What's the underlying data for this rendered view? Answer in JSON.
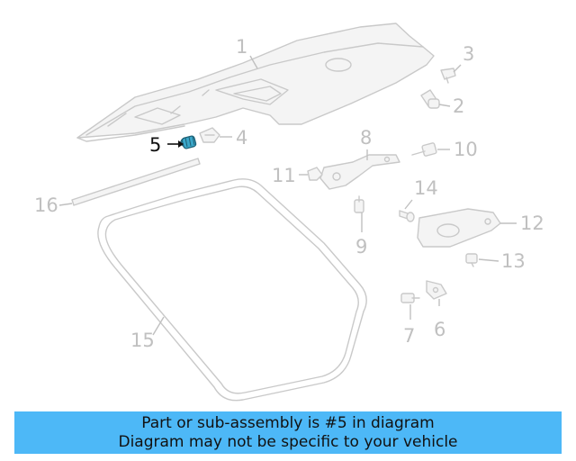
{
  "callouts": {
    "c1": "1",
    "c2": "2",
    "c3": "3",
    "c4": "4",
    "c5": "5",
    "c6": "6",
    "c7": "7",
    "c8": "8",
    "c9": "9",
    "c10": "10",
    "c11": "11",
    "c12": "12",
    "c13": "13",
    "c14": "14",
    "c15": "15",
    "c16": "16"
  },
  "highlighted_part": "5",
  "colors": {
    "banner": "#4db8f7",
    "highlight": "#3aa6c8",
    "part_stroke": "#c9c9c9",
    "callout_gray": "#c0c0c0"
  },
  "banner": {
    "line1": "Part or sub-assembly is #5 in diagram",
    "line2": "Diagram may not be specific to your vehicle"
  }
}
